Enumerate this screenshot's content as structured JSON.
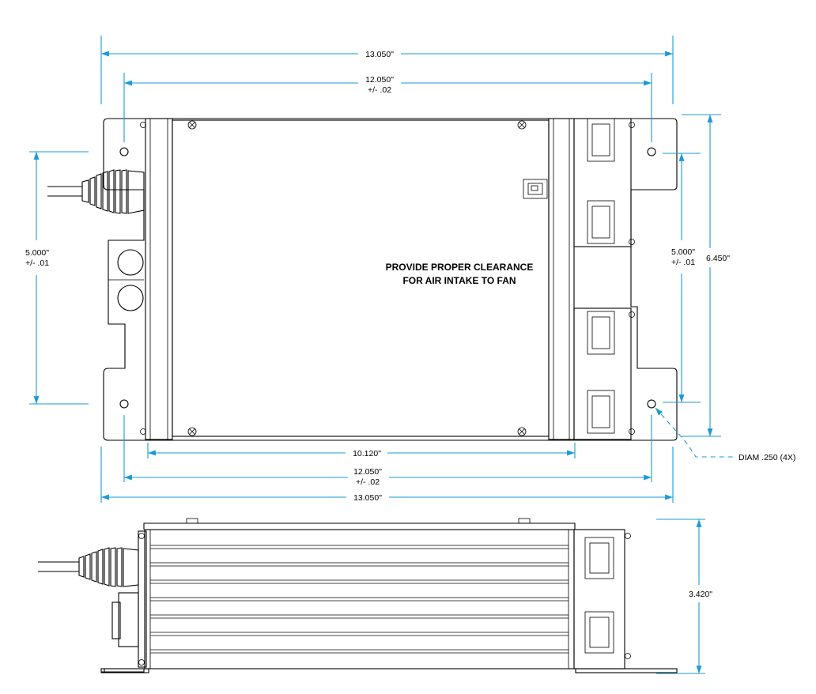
{
  "top_view": {
    "note_line1": "PROVIDE PROPER CLEARANCE",
    "note_line2": "FOR AIR INTAKE TO FAN",
    "dims": {
      "overall_top": "13.050\"",
      "hole_spacing_top": "12.050\"",
      "hole_spacing_top_tol": "+/- .02",
      "left_height": "5.000\"",
      "left_height_tol": "+/- .01",
      "right_height": "5.000\"",
      "right_height_tol": "+/- .01",
      "overall_height": "6.450\"",
      "body_length": "10.120\"",
      "hole_spacing_bottom": "12.050\"",
      "hole_spacing_bottom_tol": "+/- .02",
      "overall_bottom": "13.050\"",
      "hole_callout": "DIAM .250 (4X)"
    }
  },
  "side_view": {
    "dims": {
      "height": "3.420\""
    }
  },
  "colors": {
    "outline": "#000000",
    "dimension": "#1a9ad6"
  }
}
